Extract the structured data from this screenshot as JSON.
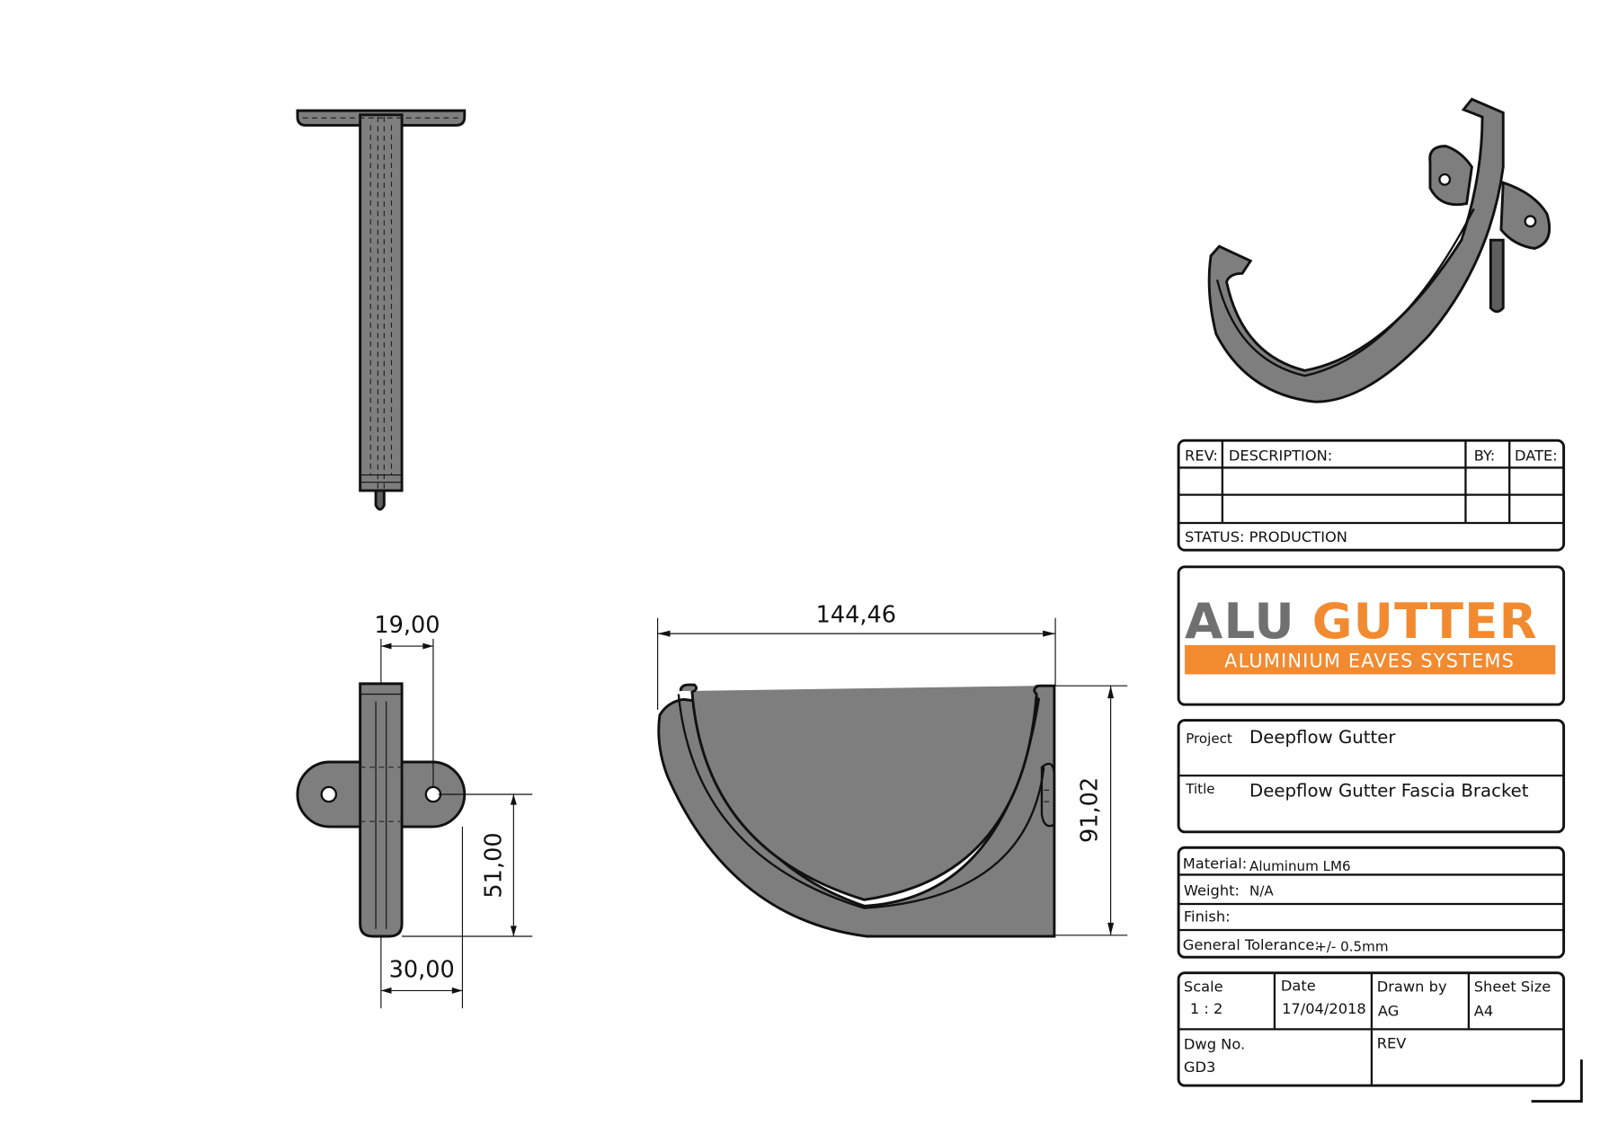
{
  "dimensions": {
    "tab_width": "19,00",
    "hole_height": "51,00",
    "base_width": "30,00",
    "overall_width": "144,46",
    "overall_height": "91,02"
  },
  "revision_table": {
    "headers": [
      "REV:",
      "DESCRIPTION:",
      "BY:",
      "DATE:"
    ],
    "rows": [
      [
        "",
        "",
        "",
        ""
      ],
      [
        "",
        "",
        "",
        ""
      ]
    ],
    "status": "STATUS: PRODUCTION"
  },
  "logo": {
    "part1": "ALU",
    "part2": "GUTTER",
    "tagline": "ALUMINIUM EAVES SYSTEMS",
    "gray": "#707070",
    "orange": "#f28a30"
  },
  "project": {
    "project_label": "Project",
    "project_value": "Deepflow Gutter",
    "title_label": "Title",
    "title_value": "Deepflow Gutter Fascia Bracket"
  },
  "specs": {
    "material_label": "Material:",
    "material_value": "Aluminum LM6",
    "weight_label": "Weight:",
    "weight_value": "N/A",
    "finish_label": "Finish:",
    "finish_value": "",
    "tolerance_label": "General Tolerance:",
    "tolerance_value": "+/- 0.5mm"
  },
  "info": {
    "scale_label": "Scale",
    "scale_value": "1 : 2",
    "date_label": "Date",
    "date_value": "17/04/2018",
    "drawn_label": "Drawn by",
    "drawn_value": "AG",
    "sheet_label": "Sheet Size",
    "sheet_value": "A4",
    "dwg_label": "Dwg No.",
    "dwg_value": "GD3",
    "rev_label": "REV",
    "rev_value": ""
  },
  "colors": {
    "part_fill": "#7e7e7e",
    "line": "#111111"
  }
}
